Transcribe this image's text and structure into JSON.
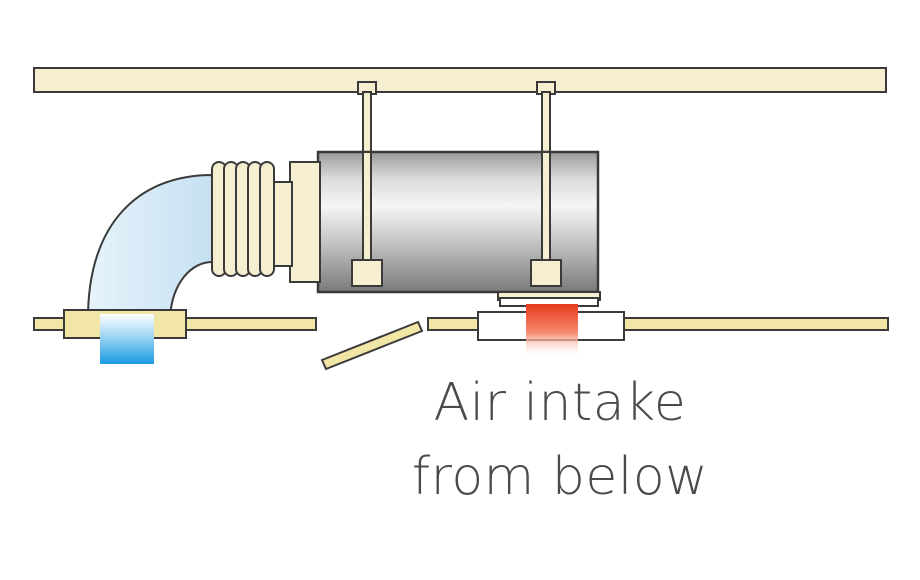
{
  "caption": {
    "line1": "Air intake",
    "line2": "from below"
  },
  "colors": {
    "beam_fill": "#f5efd0",
    "outline": "#3a3a3a",
    "ceiling_panel": "#f1e6a6",
    "duct_elbow": "#cfe6f4",
    "cold_air": "#1a9be2",
    "hot_air": "#ef4a2a",
    "heater_body": "#c7c7c7"
  },
  "icons": [
    "ceiling-beam",
    "hanger-rod",
    "flexible-duct",
    "heater-unit",
    "air-flow-arrow"
  ]
}
